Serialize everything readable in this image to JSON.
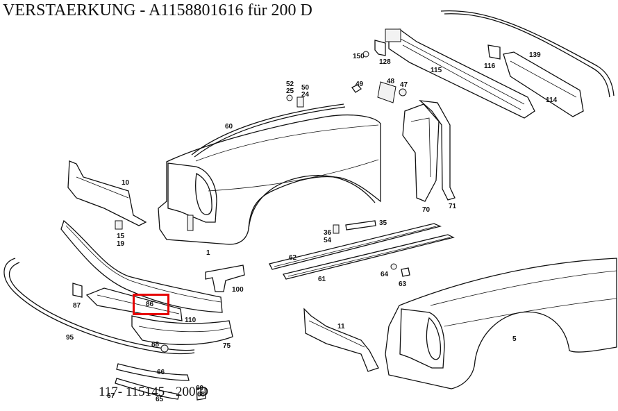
{
  "title": "VERSTAERKUNG  - A1158801616 für 200 D",
  "footer": "117- 115145 - 200 D",
  "highlight": {
    "part": "86",
    "color": "#e60000"
  },
  "labels": {
    "l150": "150",
    "l128": "128",
    "l115": "115",
    "l116": "116",
    "l139": "139",
    "l114": "114",
    "l52": "52",
    "l25": "25",
    "l50": "50",
    "l24": "24",
    "l49": "49",
    "l48": "48",
    "l47": "47",
    "l60": "60",
    "l10": "10",
    "l15": "15",
    "l19": "19",
    "l1": "1",
    "l70": "70",
    "l71": "71",
    "l36": "36",
    "l54": "54",
    "l35": "35",
    "l62": "62",
    "l61": "61",
    "l64": "64",
    "l63": "63",
    "l100": "100",
    "l87": "87",
    "l86": "86",
    "l110": "110",
    "l75": "75",
    "l95": "95",
    "l88": "88",
    "l11": "11",
    "l5": "5",
    "l66": "66",
    "l69": "69",
    "l68": "68",
    "l65": "65",
    "l67": "67"
  }
}
